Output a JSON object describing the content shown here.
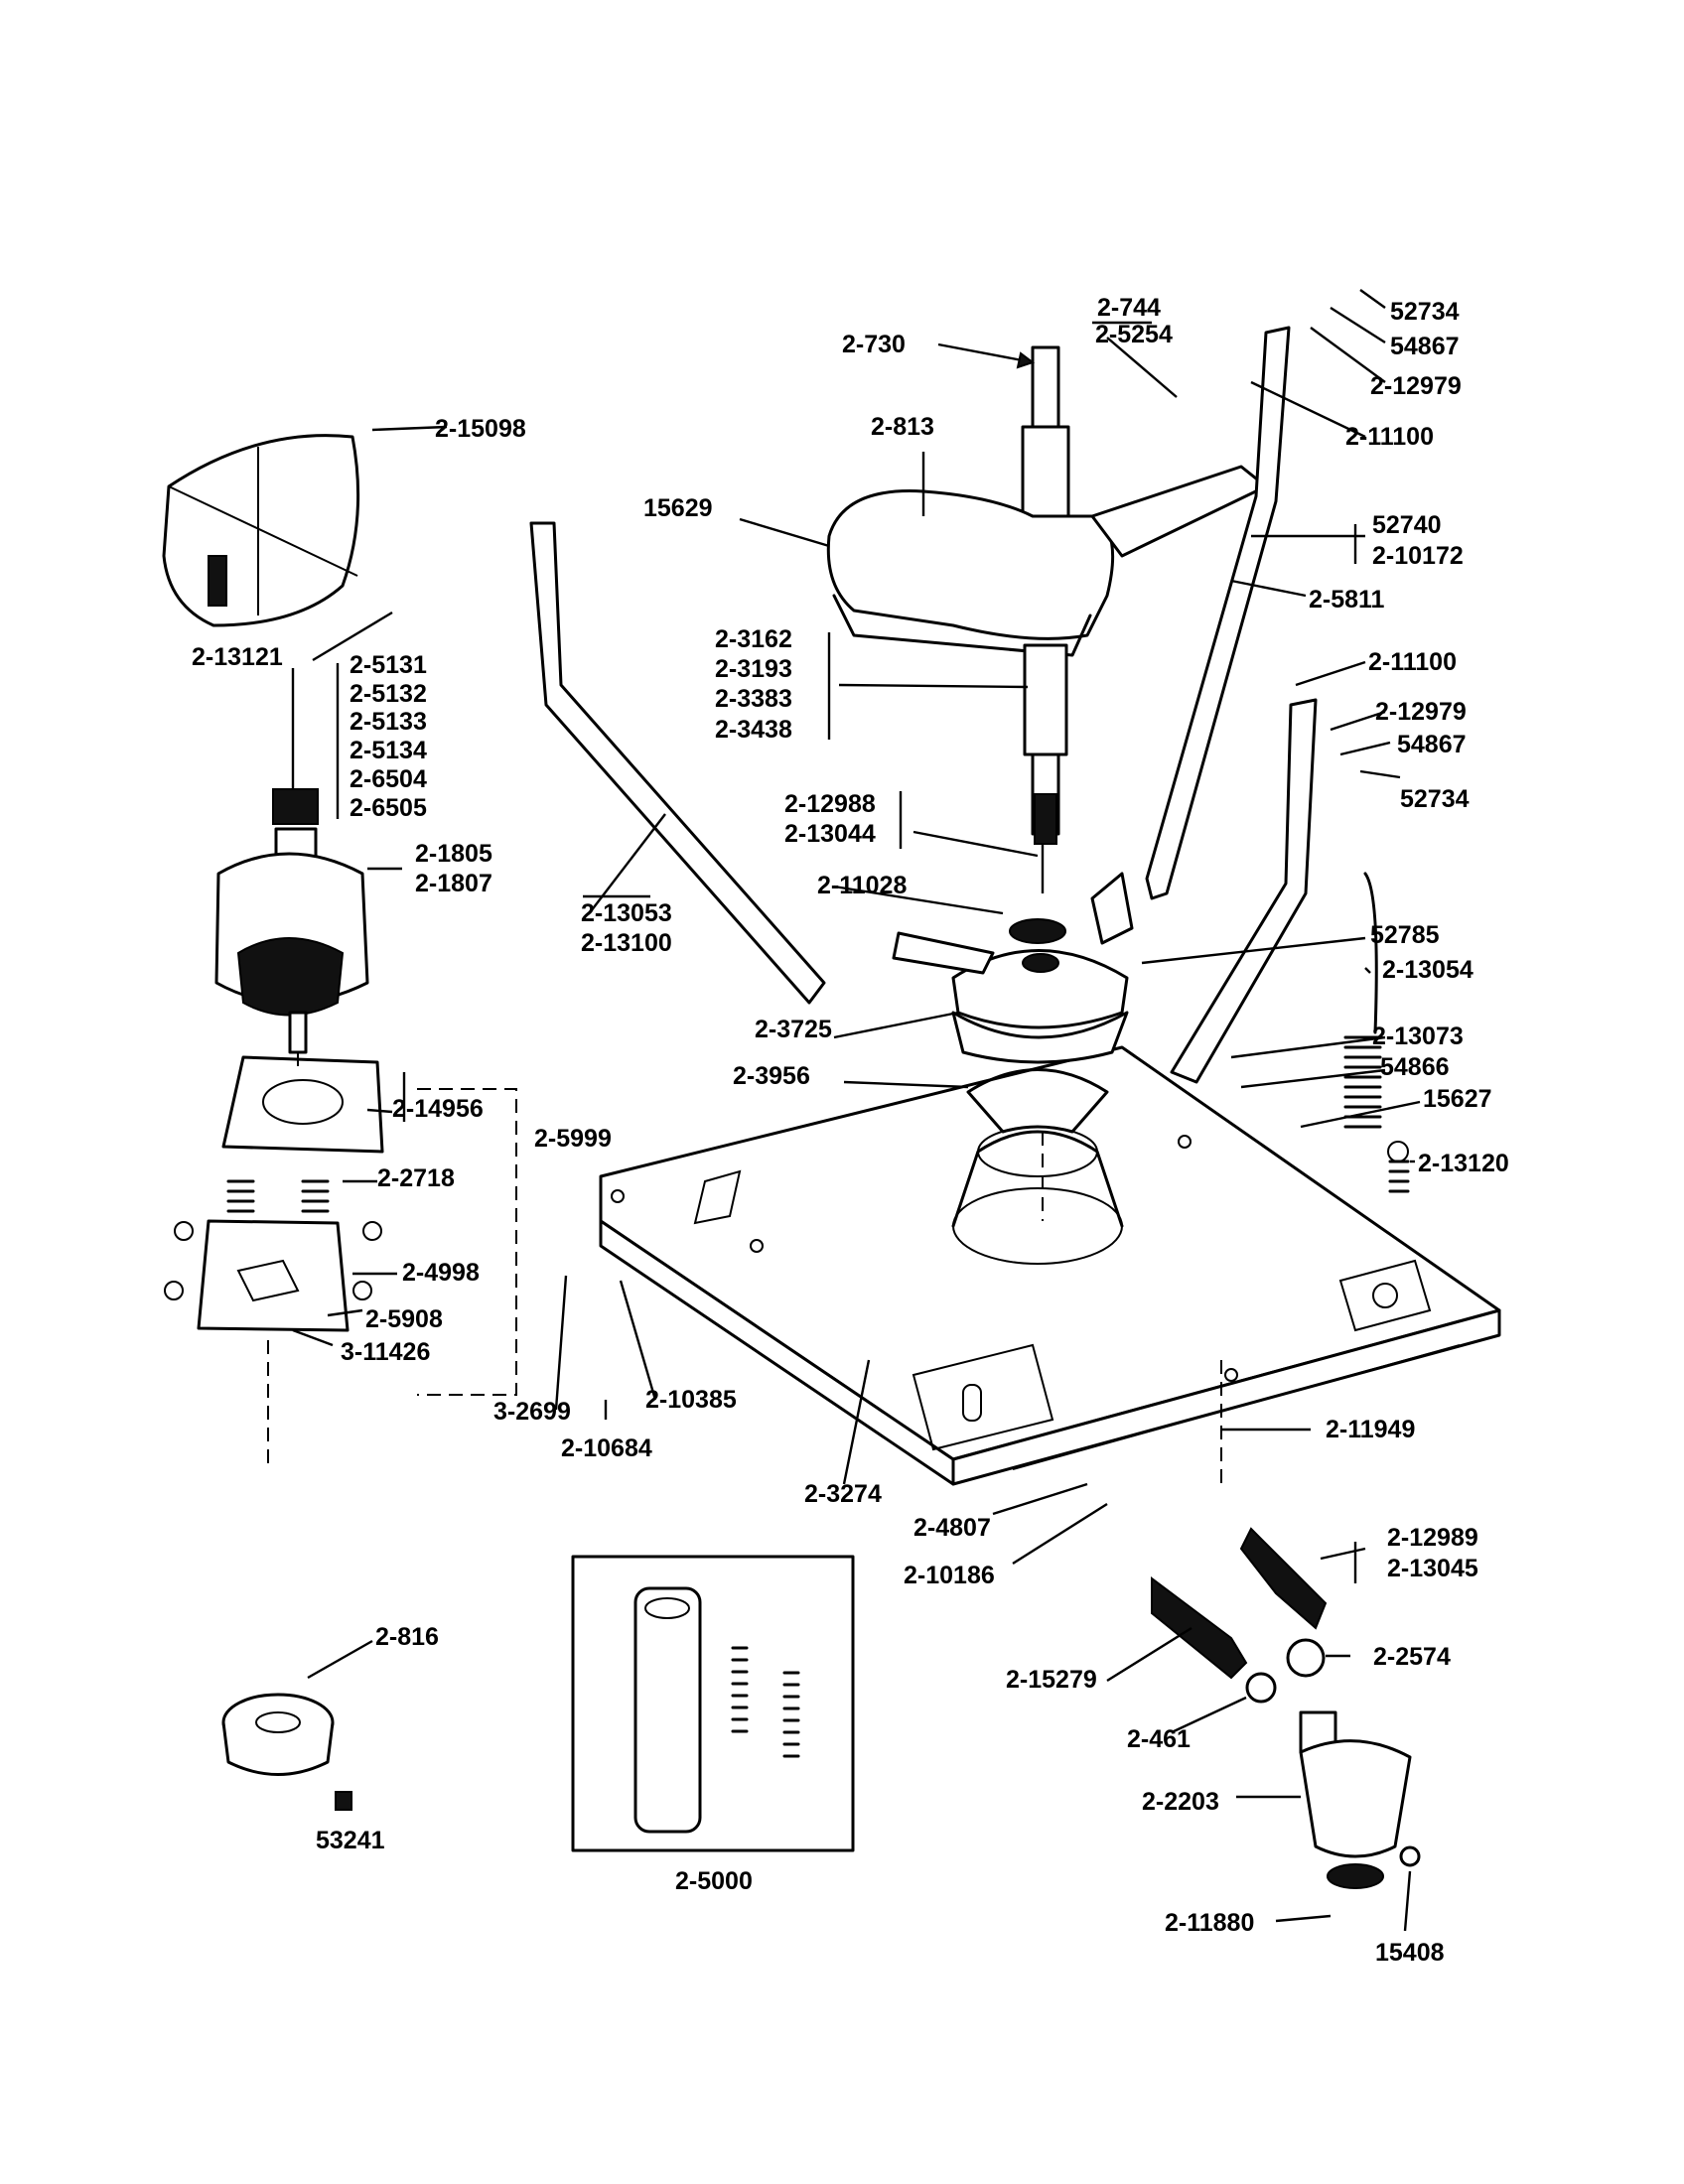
{
  "labels": {
    "l_2_730": "2-730",
    "l_2_744": "2-744",
    "l_2_5254": "2-5254",
    "l_52734_a": "52734",
    "l_54867_a": "54867",
    "l_2_12979_a": "2-12979",
    "l_2_11100_a": "2-11100",
    "l_2_813": "2-813",
    "l_15629": "15629",
    "l_52740": "52740",
    "l_2_10172": "2-10172",
    "l_2_5811": "2-5811",
    "l_2_15098": "2-15098",
    "l_2_13121": "2-13121",
    "l_2_5131": "2-5131",
    "l_2_5132": "2-5132",
    "l_2_5133": "2-5133",
    "l_2_5134": "2-5134",
    "l_2_6504": "2-6504",
    "l_2_6505": "2-6505",
    "l_2_1805": "2-1805",
    "l_2_1807": "2-1807",
    "l_2_3162": "2-3162",
    "l_2_3193": "2-3193",
    "l_2_3383": "2-3383",
    "l_2_3438": "2-3438",
    "l_2_11100_b": "2-11100",
    "l_2_12979_b": "2-12979",
    "l_54867_b": "54867",
    "l_52734_b": "52734",
    "l_2_12988": "2-12988",
    "l_2_13044": "2-13044",
    "l_2_11028": "2-11028",
    "l_2_13053": "2-13053",
    "l_2_13100": "2-13100",
    "l_52785": "52785",
    "l_2_13054": "2-13054",
    "l_2_3725": "2-3725",
    "l_2_13073": "2-13073",
    "l_54866": "54866",
    "l_2_3956": "2-3956",
    "l_15627": "15627",
    "l_2_14956": "2-14956",
    "l_2_5999": "2-5999",
    "l_2_2718": "2-2718",
    "l_2_13120": "2-13120",
    "l_2_4998": "2-4998",
    "l_2_5908": "2-5908",
    "l_3_11426": "3-11426",
    "l_3_2699": "3-2699",
    "l_2_10385": "2-10385",
    "l_2_10684": "2-10684",
    "l_2_11949": "2-11949",
    "l_2_3274": "2-3274",
    "l_2_4807": "2-4807",
    "l_2_10186": "2-10186",
    "l_2_12989": "2-12989",
    "l_2_13045": "2-13045",
    "l_2_816": "2-816",
    "l_2_2574": "2-2574",
    "l_2_15279": "2-15279",
    "l_2_461": "2-461",
    "l_53241": "53241",
    "l_2_5000": "2-5000",
    "l_2_2203": "2-2203",
    "l_2_11880": "2-11880",
    "l_15408": "15408"
  }
}
